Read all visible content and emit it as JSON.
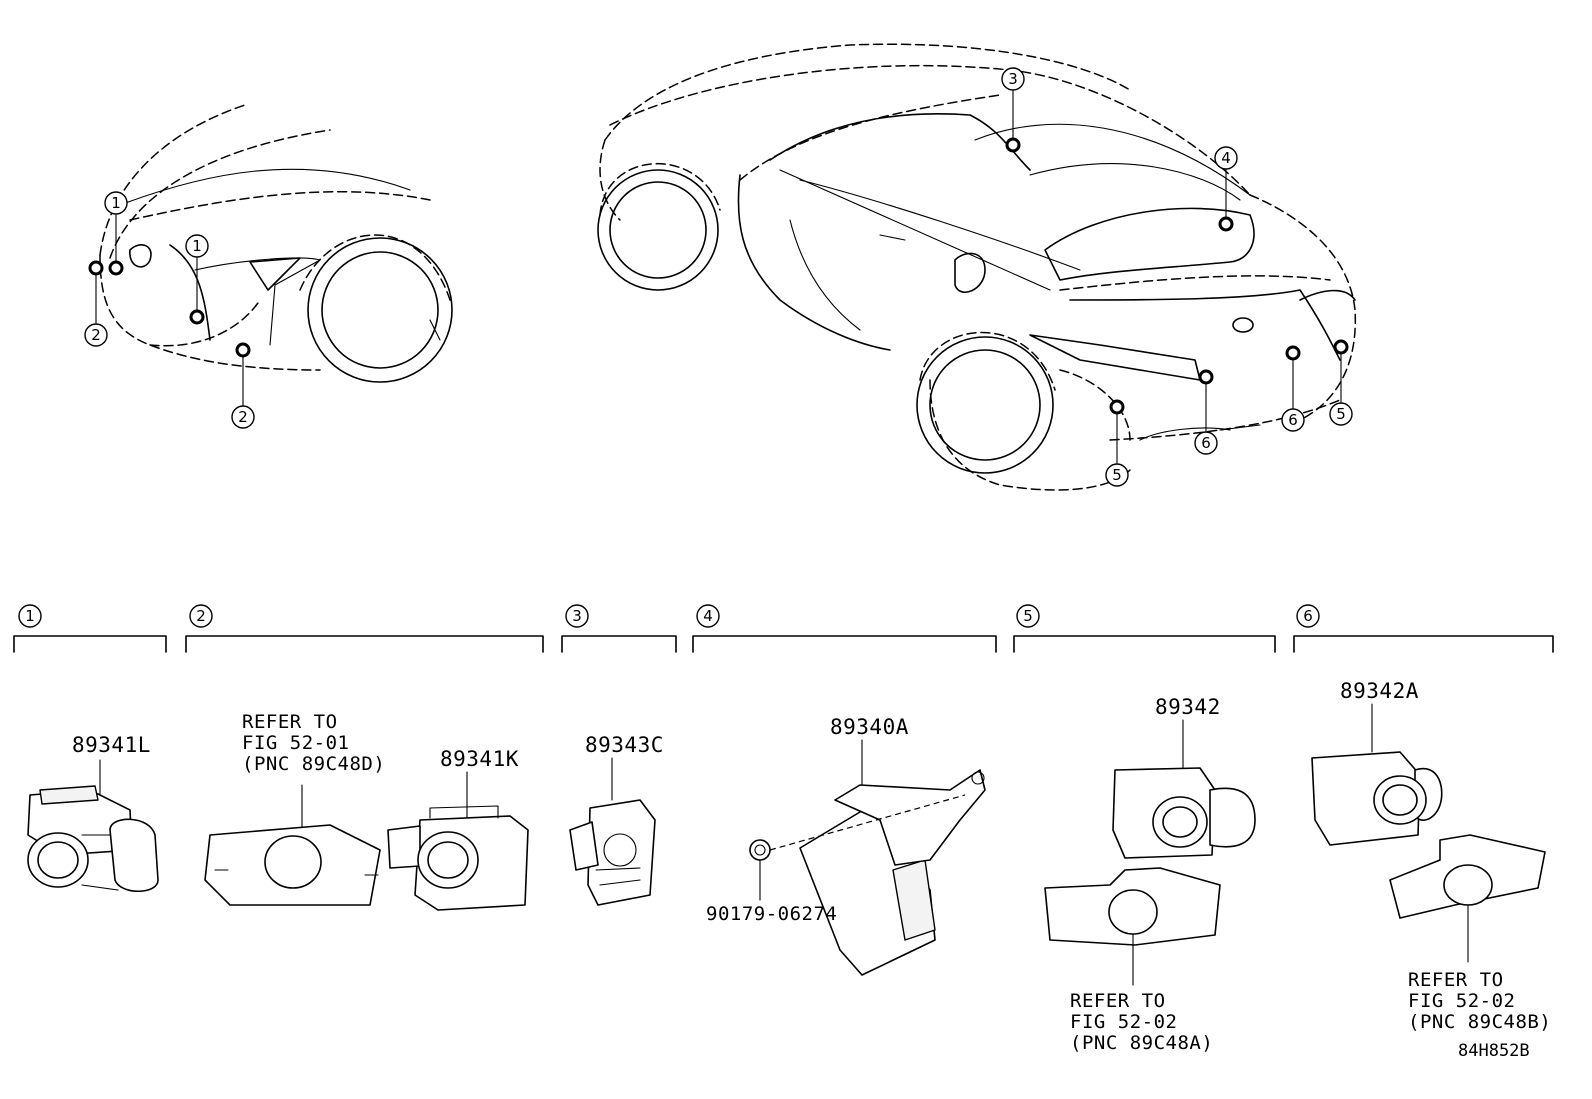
{
  "callouts": [
    "1",
    "2",
    "3",
    "4",
    "5",
    "6"
  ],
  "parts": {
    "p1": "89341L",
    "p2": "89341K",
    "p3": "89343C",
    "p4": "89340A",
    "p4_clip": "90179-06274",
    "p5": "89342",
    "p6": "89342A"
  },
  "refs": {
    "ref2": [
      "REFER TO",
      "FIG 52-01",
      "(PNC 89C48D)"
    ],
    "ref5": [
      "REFER TO",
      "FIG 52-02",
      "(PNC 89C48A)"
    ],
    "ref6": [
      "REFER TO",
      "FIG 52-02",
      "(PNC 89C48B)"
    ]
  },
  "diagram_code": "84H852B"
}
